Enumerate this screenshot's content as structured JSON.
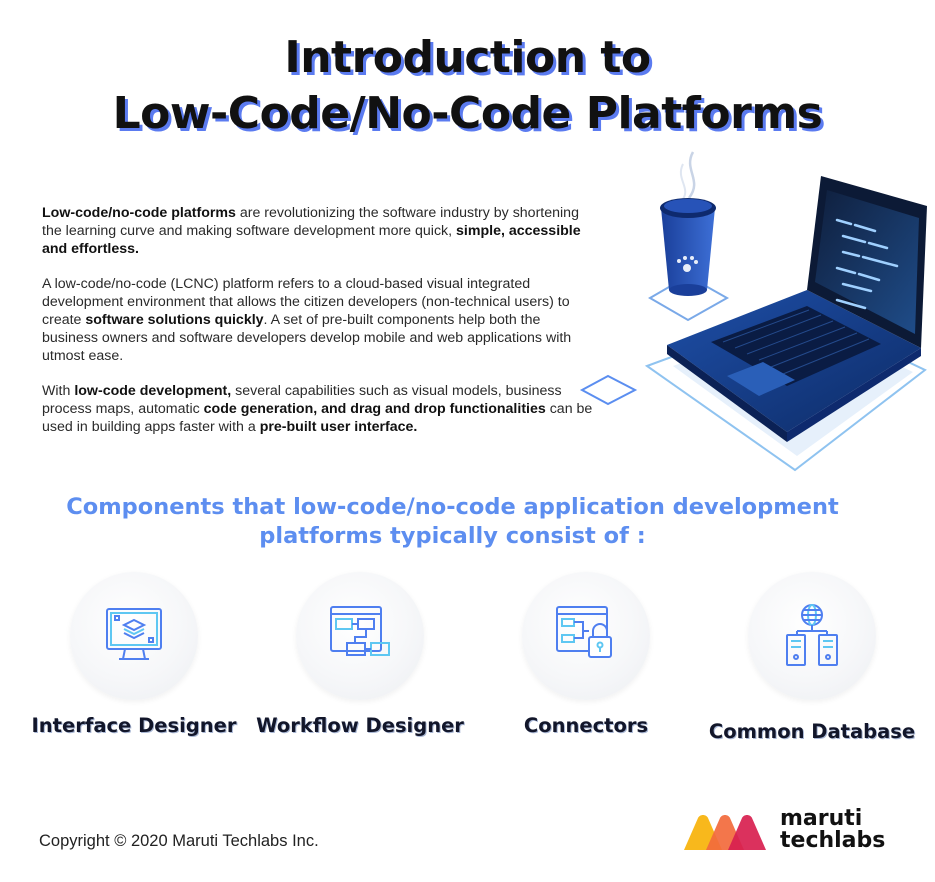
{
  "title": {
    "line1": "Introduction to",
    "line2": "Low-Code/No-Code Platforms"
  },
  "intro": {
    "p1": {
      "b1": "Low-code/no-code platforms",
      "t1": " are revolutionizing the software industry by shortening the learning curve and making software development more quick, ",
      "b2": "simple, accessible and effortless."
    },
    "p2": {
      "t1": "A low-code/no-code (LCNC) platform refers to a cloud-based visual integrated development environment that allows the citizen developers (non-technical users) to create ",
      "b1": "software solutions quickly",
      "t2": ". A set of pre-built components help both the business owners and software developers develop mobile and web applications with utmost ease."
    },
    "p3": {
      "t1": "With ",
      "b1": "low-code development,",
      "t2": " several capabilities such as visual models, business process maps, automatic ",
      "b2": "code generation, and drag and drop functionalities",
      "t3": " can be used in building apps faster with a ",
      "b3": "pre-built user interface."
    }
  },
  "subhead": {
    "line1": "Components that low-code/no-code application development",
    "line2": "platforms typically consist of :"
  },
  "components": [
    {
      "label": "Interface Designer",
      "icon": "interface-designer-icon"
    },
    {
      "label": "Workflow Designer",
      "icon": "workflow-designer-icon"
    },
    {
      "label": "Connectors",
      "icon": "connectors-icon"
    },
    {
      "label": "Common Database",
      "icon": "common-database-icon"
    }
  ],
  "footer": {
    "copyright": "Copyright © 2020 Maruti Techlabs Inc.",
    "logo_line1": "maruti",
    "logo_line2": "techlabs"
  },
  "colors": {
    "title_shadow": "#5b7bf0",
    "subhead": "#5d8ef0",
    "icon_blue": "#4f7ff0",
    "icon_cyan": "#5ec7f2",
    "logo_yellow": "#f8b81c",
    "logo_orange": "#f26a3c",
    "logo_red": "#d81f4f"
  }
}
